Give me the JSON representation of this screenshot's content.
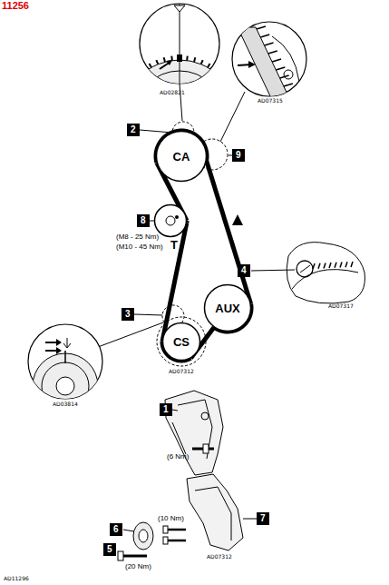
{
  "diagram": {
    "nodes": [
      {
        "text": [
          "CA"
        ]
      },
      {
        "text": [
          "T"
        ]
      },
      {
        "text": [
          "AUX"
        ]
      },
      {
        "text": [
          "CS"
        ]
      }
    ],
    "edges": [
      {
        "from": 0,
        "to": 1,
        "arrow": "none"
      },
      {
        "from": 1,
        "to": 3,
        "arrow": "none"
      },
      {
        "from": 3,
        "to": 2,
        "arrow": "none"
      },
      {
        "from": 2,
        "to": 0,
        "arrow": "none"
      }
    ],
    "labels": [
      "11256",
      "AD02821",
      "AD07315",
      "2",
      "9",
      "8",
      "(M8 - 25 Nm)",
      "(M10 - 45 Nm)",
      "4",
      "AD07317",
      "3",
      "AD07312",
      "AD03814",
      "1",
      "(6 Nm)",
      "7",
      "(10 Nm)",
      "6",
      "5",
      "(20 Nm)",
      "AD07312",
      "AD11296"
    ]
  }
}
